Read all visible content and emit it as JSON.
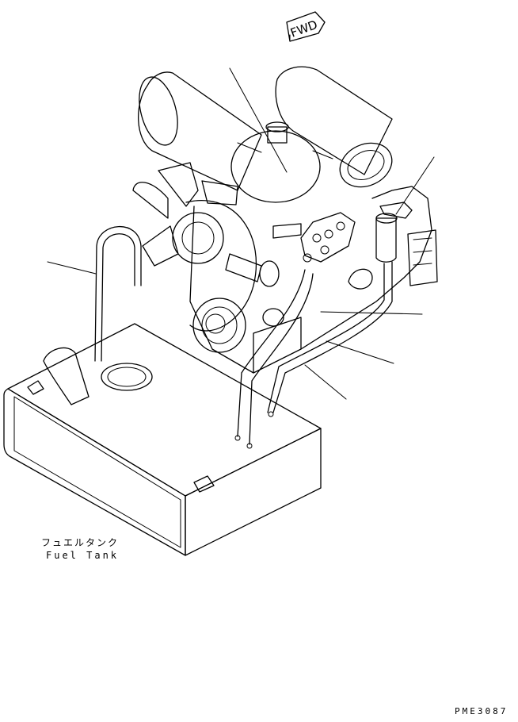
{
  "arrow": {
    "label": "FWD"
  },
  "fuel_tank": {
    "label_jp": "フュエルタンク",
    "label_en": "Fuel Tank"
  },
  "drawing_code": "PME3087"
}
